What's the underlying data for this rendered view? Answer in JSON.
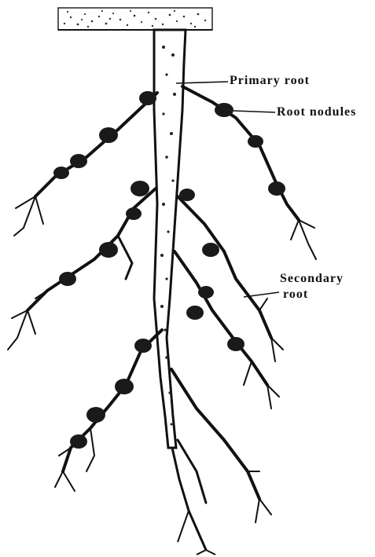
{
  "diagram": {
    "labels": {
      "primary_root": "Primary root",
      "root_nodules": "Root nodules",
      "secondary_root_line1": "Secondary",
      "secondary_root_line2": "root"
    }
  }
}
